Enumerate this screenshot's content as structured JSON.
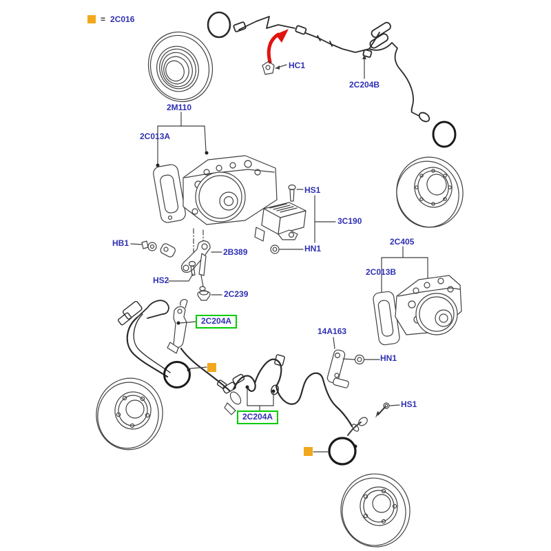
{
  "legend": {
    "symbol": "orange-square",
    "equals": "=",
    "code": "2C016"
  },
  "labels": {
    "hc1": "HC1",
    "harness_rear": "2C204B",
    "module_front_assy": "2M110",
    "module_front": "2C013A",
    "screw_mid": "HS1",
    "sensor_module": "3C190",
    "nut_mid": "HN1",
    "bolt_hb1": "HB1",
    "bracket_2b389": "2B389",
    "screw_hs2": "HS2",
    "grommet_2c239": "2C239",
    "sensor_front": "2C204A",
    "module_rear_assy": "2C405",
    "module_rear": "2C013B",
    "bracket_14a163": "14A163",
    "nut_right": "HN1",
    "sensor_rear": "2C204A",
    "screw_bottom": "HS1"
  },
  "colors": {
    "label_blue": "#2F2FB3",
    "highlight_green": "#00CC00",
    "marker_orange": "#F2A81D",
    "arrow_red": "#E0140F",
    "line_dark": "#3F3F3F"
  }
}
